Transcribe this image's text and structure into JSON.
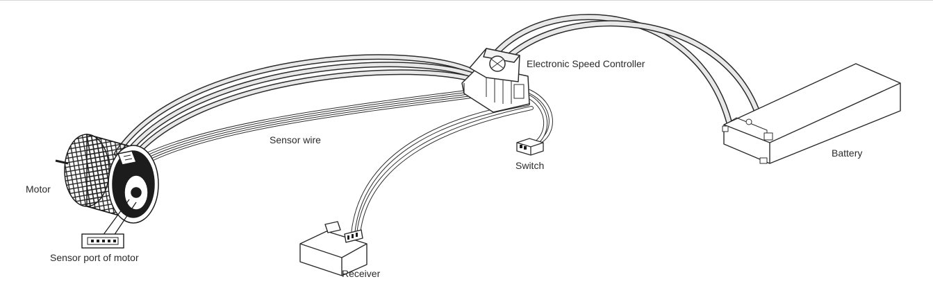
{
  "labels": {
    "esc": "Electronic Speed Controller",
    "sensor_wire": "Sensor wire",
    "switch": "Switch",
    "battery": "Battery",
    "motor": "Motor",
    "sensor_port": "Sensor port of motor",
    "receiver": "Receiver"
  },
  "colors": {
    "line": "#2b2b2b",
    "wire_fill": "#e8e8e8",
    "component_fill": "#ffffff",
    "dark": "#1c1c1c"
  }
}
